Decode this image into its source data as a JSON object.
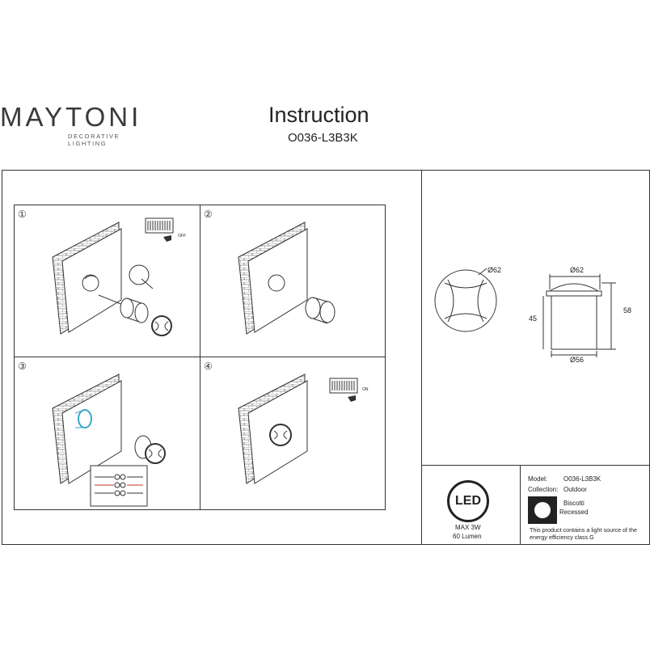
{
  "brand": {
    "name": "MAYTONI",
    "tagline": "DECORATIVE LIGHTING"
  },
  "header": {
    "title": "Instruction",
    "code": "O036-L3B3K"
  },
  "steps": [
    {
      "number": "①",
      "switch_label": "OFF"
    },
    {
      "number": "②"
    },
    {
      "number": "③"
    },
    {
      "number": "④",
      "switch_label": "ON"
    }
  ],
  "dimensions": {
    "front_diameter": "Ø62",
    "top_diameter": "Ø62",
    "bottom_diameter": "Ø56",
    "depth": "45",
    "total_height": "58"
  },
  "specs": {
    "led_label": "LED",
    "power": "MAX 3W",
    "flux": "60 Lumen",
    "rows": [
      {
        "label": "Model:",
        "value": "O036-L3B3K"
      },
      {
        "label": "Collection:",
        "value": "Outdoor"
      }
    ],
    "finish": "Biscotti",
    "mounting": "Recessed",
    "energy_note_line1": "This product contains a light source of the",
    "energy_note_line2": "energy efficiency class G"
  }
}
